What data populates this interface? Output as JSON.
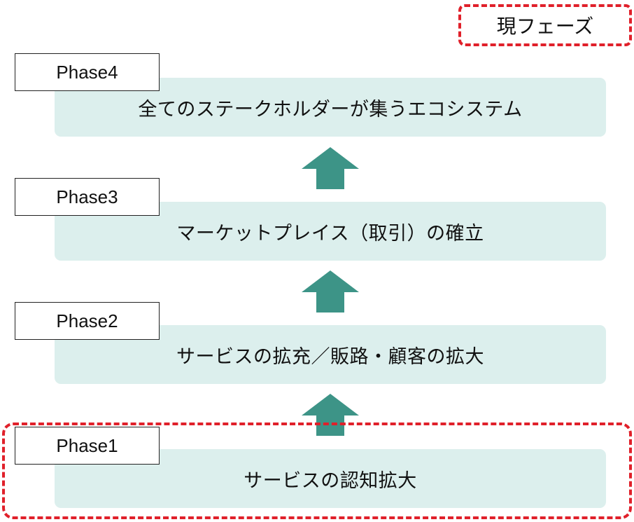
{
  "current_phase_tag": "現フェーズ",
  "phases": [
    {
      "label": "Phase4",
      "description": "全てのステークホルダーが集うエコシステム"
    },
    {
      "label": "Phase3",
      "description": "マーケットプレイス（取引）の確立"
    },
    {
      "label": "Phase2",
      "description": "サービスの拡充／販路・顧客の拡大"
    },
    {
      "label": "Phase1",
      "description": "サービスの認知拡大"
    }
  ],
  "colors": {
    "phase_box": "#dcefed",
    "arrow": "#3d9487",
    "current_highlight": "#e0202a"
  }
}
